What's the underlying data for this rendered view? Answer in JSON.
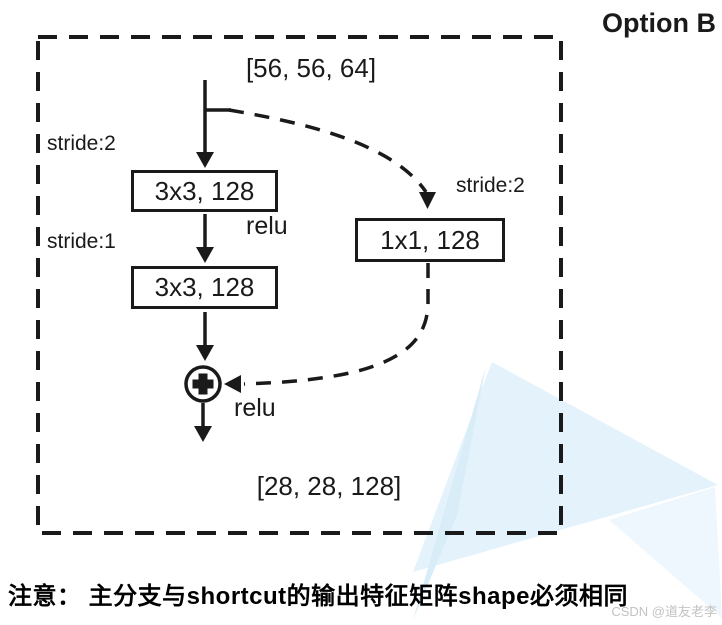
{
  "title": "Option B",
  "diagram": {
    "input_shape": "[56, 56, 64]",
    "output_shape": "[28, 28, 128]",
    "main_branch": {
      "stride1_label": "stride:2",
      "conv1_label": "3x3, 128",
      "relu1_label": "relu",
      "stride2_label": "stride:1",
      "conv2_label": "3x3, 128",
      "relu2_label": "relu"
    },
    "shortcut_branch": {
      "stride_label": "stride:2",
      "conv_label": "1x1, 128"
    }
  },
  "note": "注意： 主分支与shortcut的输出特征矩阵shape必须相同",
  "watermark": "CSDN @道友老李",
  "colors": {
    "line": "#1a1a1a",
    "triangle_main": "#e3f2fb",
    "triangle_tail": "#d9edf8",
    "triangle_faint": "#eef7fd"
  }
}
